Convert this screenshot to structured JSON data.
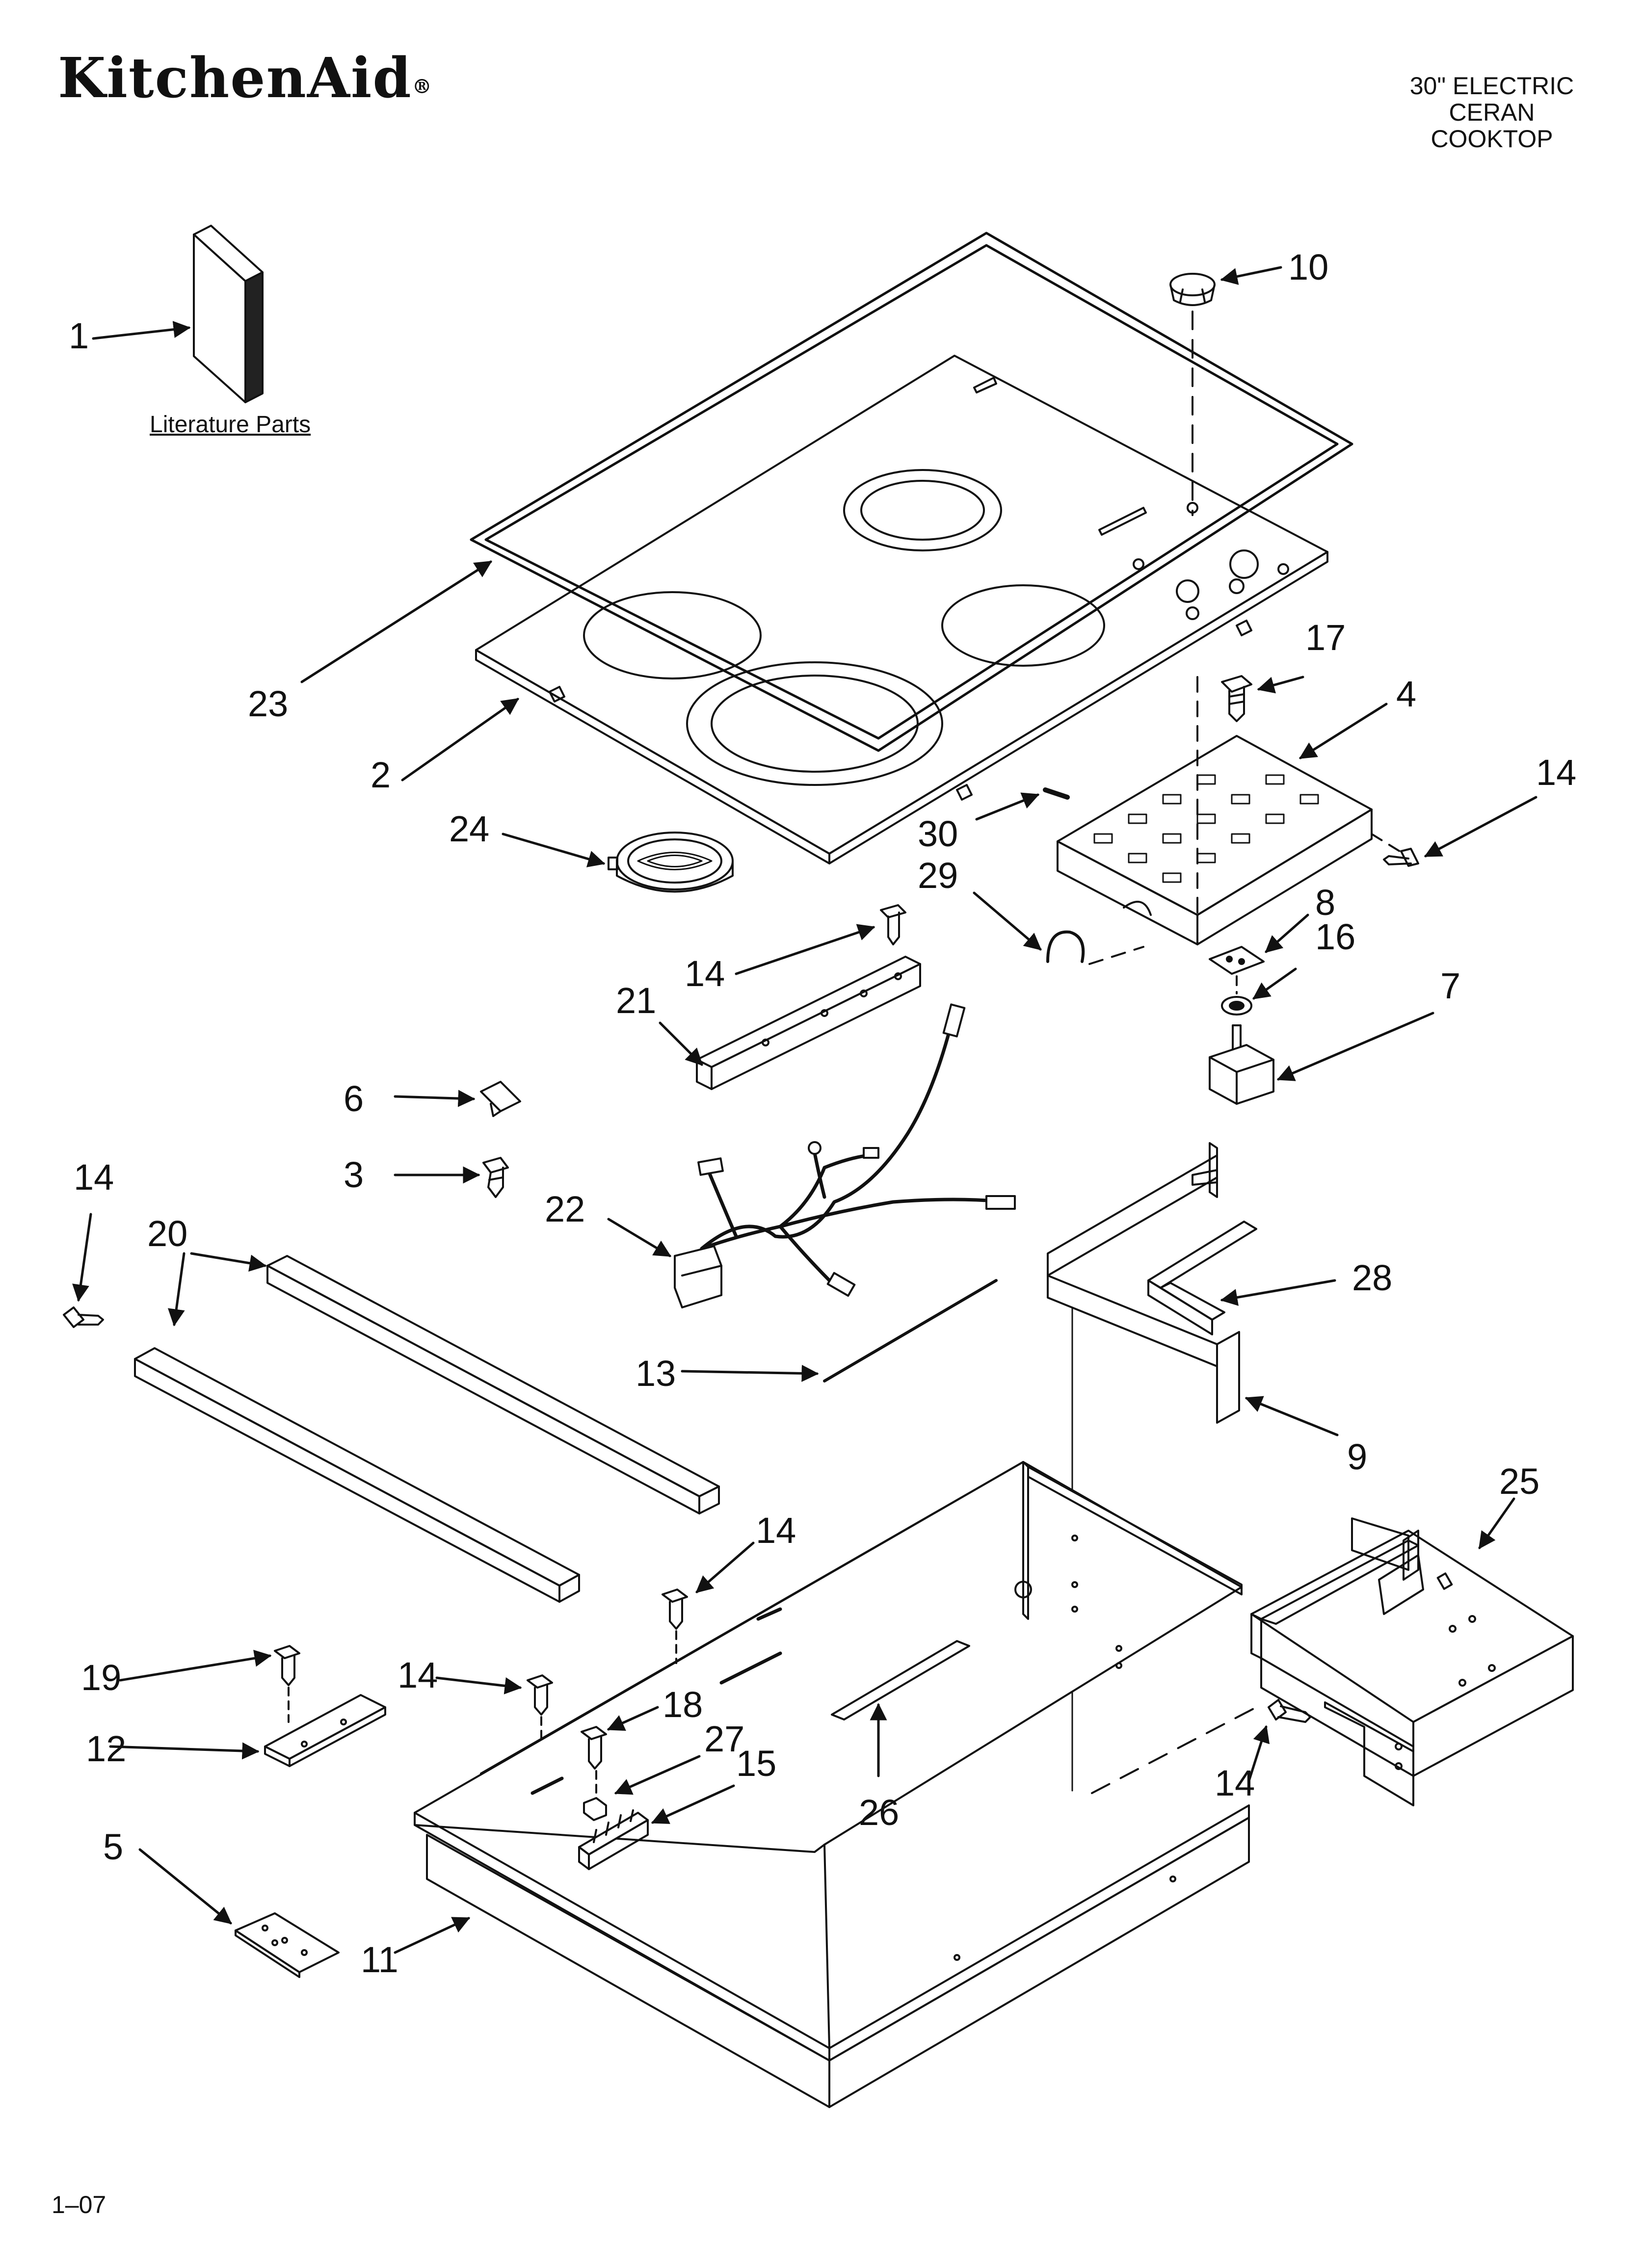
{
  "header": {
    "brand": "KitchenAid",
    "trademark": "®",
    "title_lines": [
      "30\" ELECTRIC",
      "CERAN",
      "COOKTOP"
    ]
  },
  "footer": {
    "page_code": "1–07"
  },
  "literature": {
    "caption": "Literature Parts"
  },
  "callouts": [
    {
      "id": "c1",
      "label": "1"
    },
    {
      "id": "c2",
      "label": "2"
    },
    {
      "id": "c3",
      "label": "3"
    },
    {
      "id": "c4",
      "label": "4"
    },
    {
      "id": "c5",
      "label": "5"
    },
    {
      "id": "c6",
      "label": "6"
    },
    {
      "id": "c7",
      "label": "7"
    },
    {
      "id": "c8",
      "label": "8"
    },
    {
      "id": "c9",
      "label": "9"
    },
    {
      "id": "c10",
      "label": "10"
    },
    {
      "id": "c11",
      "label": "11"
    },
    {
      "id": "c12",
      "label": "12"
    },
    {
      "id": "c13",
      "label": "13"
    },
    {
      "id": "c14a",
      "label": "14"
    },
    {
      "id": "c14b",
      "label": "14"
    },
    {
      "id": "c14c",
      "label": "14"
    },
    {
      "id": "c14d",
      "label": "14"
    },
    {
      "id": "c14e",
      "label": "14"
    },
    {
      "id": "c14f",
      "label": "14"
    },
    {
      "id": "c15",
      "label": "15"
    },
    {
      "id": "c16",
      "label": "16"
    },
    {
      "id": "c17",
      "label": "17"
    },
    {
      "id": "c18",
      "label": "18"
    },
    {
      "id": "c19",
      "label": "19"
    },
    {
      "id": "c20",
      "label": "20"
    },
    {
      "id": "c21",
      "label": "21"
    },
    {
      "id": "c22",
      "label": "22"
    },
    {
      "id": "c23",
      "label": "23"
    },
    {
      "id": "c24",
      "label": "24"
    },
    {
      "id": "c25",
      "label": "25"
    },
    {
      "id": "c26",
      "label": "26"
    },
    {
      "id": "c27",
      "label": "27"
    },
    {
      "id": "c28",
      "label": "28"
    },
    {
      "id": "c29",
      "label": "29"
    },
    {
      "id": "c30",
      "label": "30"
    }
  ],
  "colors": {
    "ink": "#111111",
    "paper": "#ffffff"
  }
}
